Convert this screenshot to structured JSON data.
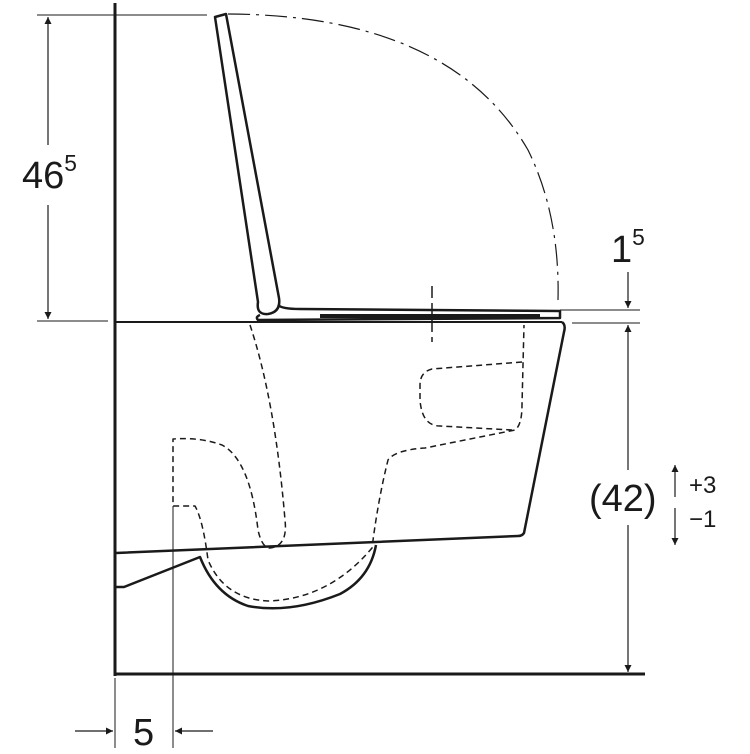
{
  "drawing": {
    "type": "technical side-view dimension drawing",
    "subject": "wall-hung toilet with seat and lid",
    "line_color": "#1a1a1a",
    "background": "#ffffff"
  },
  "dimensions": {
    "lid_height": {
      "main": "46",
      "sup": "5"
    },
    "seat_thickness": {
      "main": "1",
      "sup": "5"
    },
    "rim_height": {
      "value": "(42)",
      "tol_plus": "+3",
      "tol_minus": "−1"
    },
    "wall_offset": {
      "value": "5"
    }
  }
}
